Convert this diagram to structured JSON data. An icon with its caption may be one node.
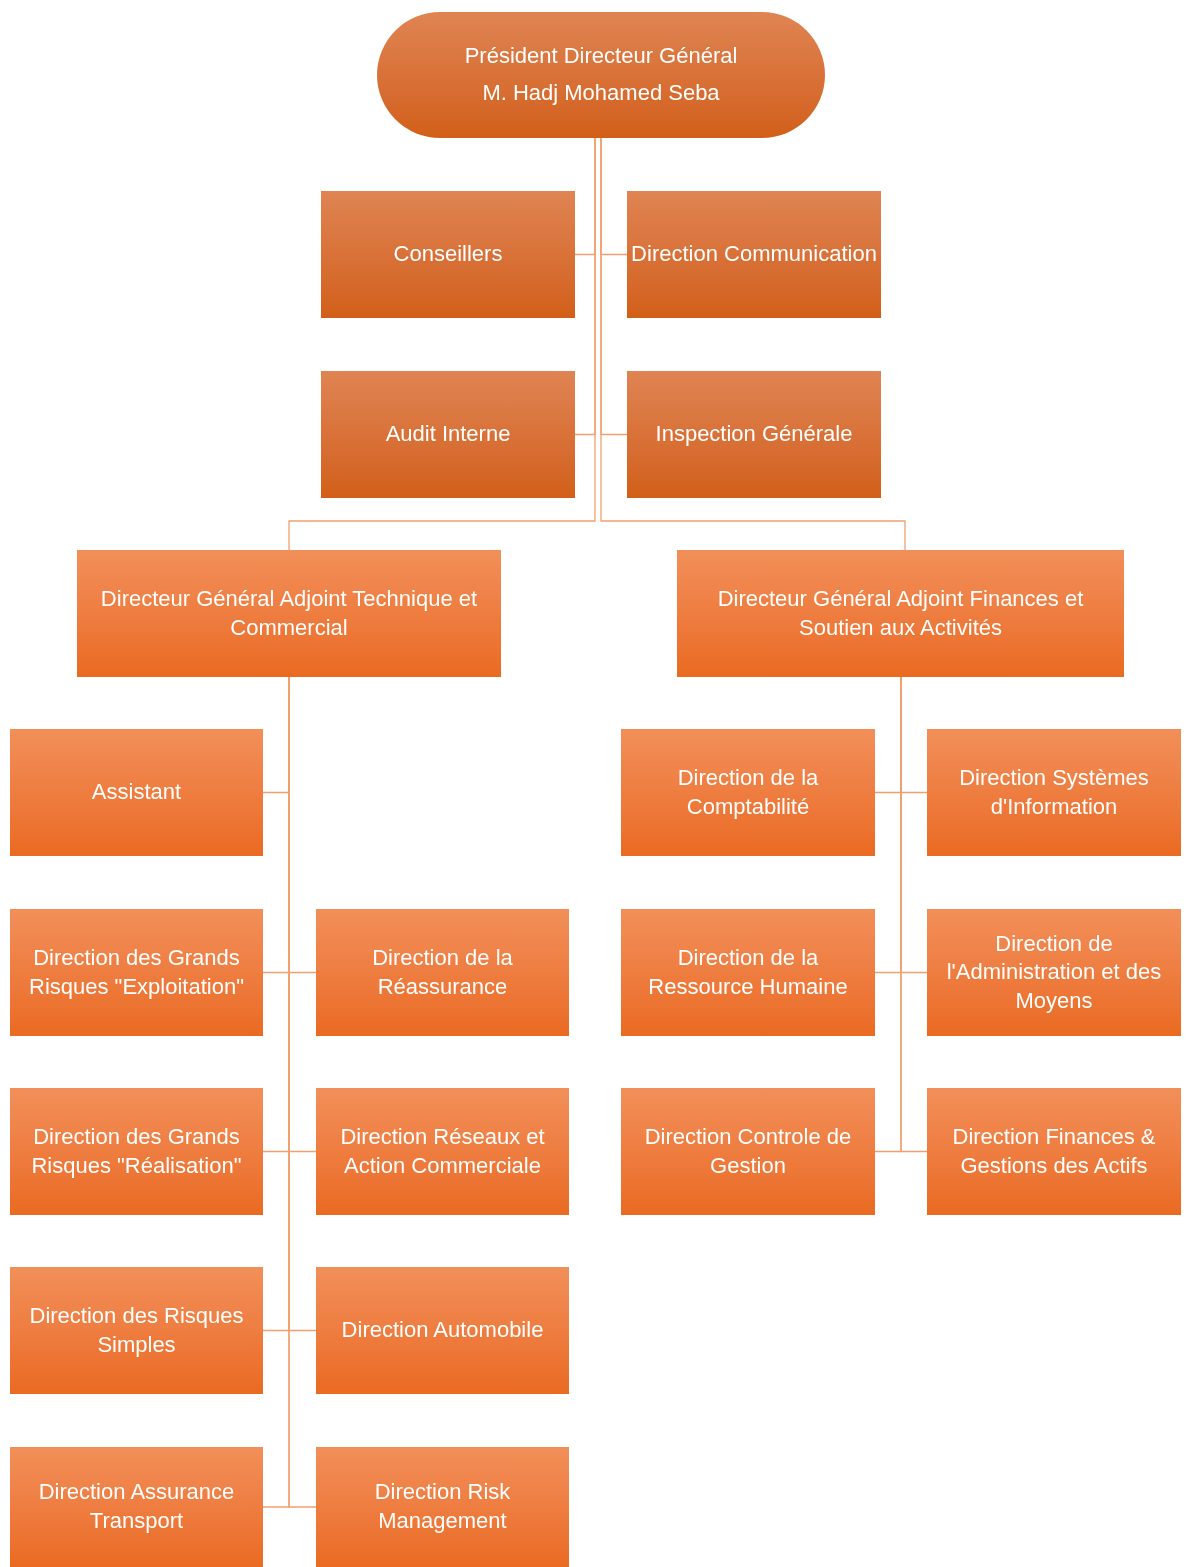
{
  "diagram": {
    "nodes": [
      {
        "text": [
          "Président Directeur Général",
          "M. Hadj Mohamed Seba"
        ]
      },
      {
        "text": [
          "Conseillers"
        ]
      },
      {
        "text": [
          "Direction Communication"
        ]
      },
      {
        "text": [
          "Audit Interne"
        ]
      },
      {
        "text": [
          "Inspection Générale"
        ]
      },
      {
        "text": [
          "Directeur Général Adjoint Technique et Commercial"
        ]
      },
      {
        "text": [
          "Directeur Général Adjoint Finances et Soutien aux Activités"
        ]
      },
      {
        "text": [
          "Assistant"
        ]
      },
      {
        "text": [
          "Direction des Grands Risques \"Exploitation\""
        ]
      },
      {
        "text": [
          "Direction de la Réassurance"
        ]
      },
      {
        "text": [
          "Direction des Grands Risques \"Réalisation\""
        ]
      },
      {
        "text": [
          "Direction Réseaux et Action Commerciale"
        ]
      },
      {
        "text": [
          "Direction des Risques Simples"
        ]
      },
      {
        "text": [
          "Direction Automobile"
        ]
      },
      {
        "text": [
          "Direction Assurance Transport"
        ]
      },
      {
        "text": [
          "Direction Risk Management"
        ]
      },
      {
        "text": [
          "Direction de la Comptabilité"
        ]
      },
      {
        "text": [
          "Direction Systèmes d'Information"
        ]
      },
      {
        "text": [
          "Direction de la Ressource Humaine"
        ]
      },
      {
        "text": [
          "Direction de l'Administration et des Moyens"
        ]
      },
      {
        "text": [
          "Direction Controle de Gestion"
        ]
      },
      {
        "text": [
          "Direction Finances & Gestions des Actifs"
        ]
      }
    ],
    "edges": [
      {
        "from": 0,
        "to": 1,
        "arrow": "none"
      },
      {
        "from": 0,
        "to": 2,
        "arrow": "none"
      },
      {
        "from": 0,
        "to": 3,
        "arrow": "none"
      },
      {
        "from": 0,
        "to": 4,
        "arrow": "none"
      },
      {
        "from": 0,
        "to": 5,
        "arrow": "none"
      },
      {
        "from": 0,
        "to": 6,
        "arrow": "none"
      },
      {
        "from": 5,
        "to": 7,
        "arrow": "none"
      },
      {
        "from": 5,
        "to": 8,
        "arrow": "none"
      },
      {
        "from": 5,
        "to": 9,
        "arrow": "none"
      },
      {
        "from": 5,
        "to": 10,
        "arrow": "none"
      },
      {
        "from": 5,
        "to": 11,
        "arrow": "none"
      },
      {
        "from": 5,
        "to": 12,
        "arrow": "none"
      },
      {
        "from": 5,
        "to": 13,
        "arrow": "none"
      },
      {
        "from": 5,
        "to": 14,
        "arrow": "none"
      },
      {
        "from": 5,
        "to": 15,
        "arrow": "none"
      },
      {
        "from": 6,
        "to": 16,
        "arrow": "none"
      },
      {
        "from": 6,
        "to": 17,
        "arrow": "none"
      },
      {
        "from": 6,
        "to": 18,
        "arrow": "none"
      },
      {
        "from": 6,
        "to": 19,
        "arrow": "none"
      },
      {
        "from": 6,
        "to": 20,
        "arrow": "none"
      },
      {
        "from": 6,
        "to": 21,
        "arrow": "none"
      }
    ]
  }
}
